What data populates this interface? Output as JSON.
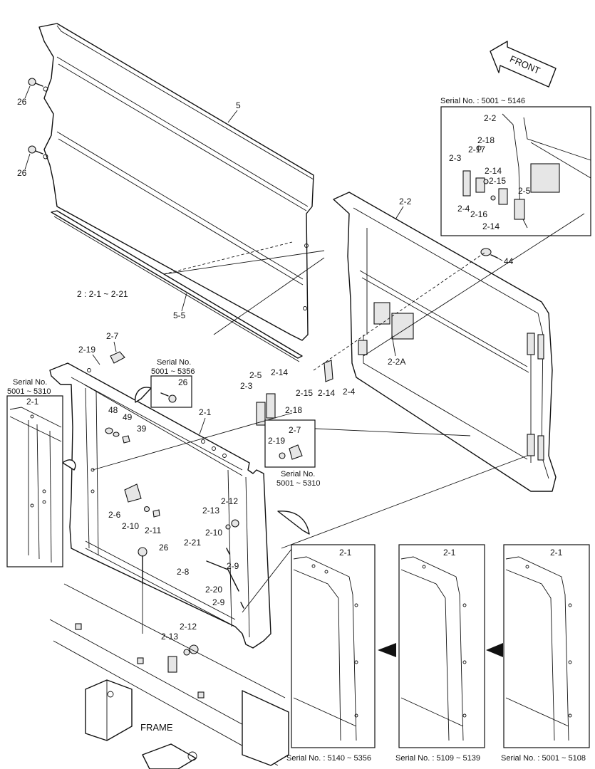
{
  "front_label": "FRONT",
  "frame_label": "FRAME",
  "group_ref": "2 : 2-1 ~ 2-21",
  "serial_labels": {
    "top_right": "Serial No. : 5001 ~ 5146",
    "left_detail_line1": "Serial No.",
    "left_detail_line2": "5001 ~ 5310",
    "mid_detail_line1": "Serial No.",
    "mid_detail_line2": "5001 ~ 5356",
    "right_detail_line1": "Serial No.",
    "right_detail_line2": "5001 ~ 5310",
    "bottom_1": "Serial No. : 5140 ~ 5356",
    "bottom_2": "Serial No. : 5109 ~ 5139",
    "bottom_3": "Serial No. : 5001 ~ 5108"
  },
  "callouts": {
    "p5": "5",
    "p26a": "26",
    "p26b": "26",
    "p5_5": "5-5",
    "p2_2": "2-2",
    "p44": "44",
    "p2_2A": "2-2A",
    "d_2_2": "2-2",
    "d_2_18": "2-18",
    "d_2_17": "2-17",
    "d_2_3": "2-3",
    "d_2_14a": "2-14",
    "d_2_15": "2-15",
    "d_2_5": "2-5",
    "d_2_4": "2-4",
    "d_2_16": "2-16",
    "d_2_14b": "2-14",
    "p2_7": "2-7",
    "p2_19": "2-19",
    "p26c": "26",
    "p2_1": "2-1",
    "l_2_1": "2-1",
    "p48": "48",
    "p49": "49",
    "p39": "39",
    "p2_5": "2-5",
    "p2_14": "2-14",
    "p2_3": "2-3",
    "p2_18": "2-18",
    "p2_15": "2-15",
    "p2_14b": "2-14",
    "p2_4": "2-4",
    "r_2_7": "2-7",
    "r_2_19": "2-19",
    "p2_6": "2-6",
    "p2_10a": "2-10",
    "p2_11": "2-11",
    "p26d": "26",
    "p2_12a": "2-12",
    "p2_13a": "2-13",
    "p2_10b": "2-10",
    "p2_21": "2-21",
    "p2_9a": "2-9",
    "p2_8": "2-8",
    "p2_20": "2-20",
    "p2_9b": "2-9",
    "p2_12b": "2-12",
    "p2_13b": "2-13",
    "b1_2_1": "2-1",
    "b2_2_1": "2-1",
    "b3_2_1": "2-1"
  }
}
